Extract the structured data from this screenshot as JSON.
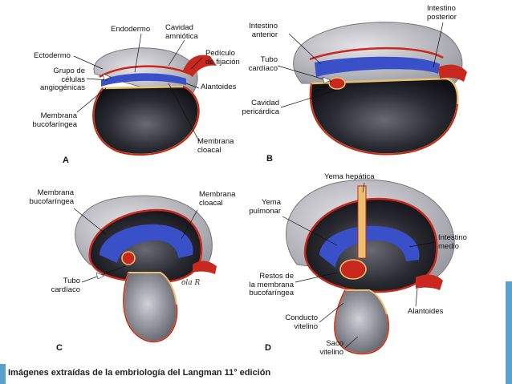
{
  "panel_a": {
    "letter": "A",
    "labels": {
      "endodermo": "Endodermo",
      "cavidad_amniotica": "Cavidad\namniótica",
      "ectodermo": "Ectodermo",
      "pediculo": "Pedículo\nde fijación",
      "grupo_celulas": "Grupo de\ncélulas\nangiogénicas",
      "alantoides": "Alantoides",
      "membrana_bucofaringea": "Membrana\nbucofaríngea",
      "membrana_cloacal": "Membrana\ncloacal"
    }
  },
  "panel_b": {
    "letter": "B",
    "labels": {
      "intestino_posterior": "Intestino\nposterior",
      "intestino_anterior": "Intestino\nanterior",
      "tubo_cardiaco": "Tubo\ncardíaco",
      "cavidad_pericardica": "Cavidad\npericárdica"
    }
  },
  "panel_c": {
    "letter": "C",
    "signature": "ola R",
    "labels": {
      "membrana_bucofaringea": "Membrana\nbucofaríngea",
      "membrana_cloacal": "Membrana\ncloacal",
      "tubo_cardiaco": "Tubo\ncardíaco"
    }
  },
  "panel_d": {
    "letter": "D",
    "labels": {
      "yema_hepatica": "Yema hepática",
      "yema_pulmonar": "Yema\npulmonar",
      "intestino_medio": "Intestino\nmedio",
      "restos_membrana": "Restos de\nla membrana\nbucofaríngea",
      "alantoides": "Alantoides",
      "conducto_vitelino": "Conducto\nvitelino",
      "saco_vitelino": "Saco\nvitelino"
    }
  },
  "caption": "Imágenes extraídas de la embriología del Langman 11° edición",
  "colors": {
    "ectoderm": "#c8281e",
    "endoderm": "#3a50c8",
    "mesoderm_outline": "#e8c070",
    "dark_core": "#1a1a22",
    "light_outer": "#c8c8cc",
    "accent": "#5aa0c8"
  }
}
